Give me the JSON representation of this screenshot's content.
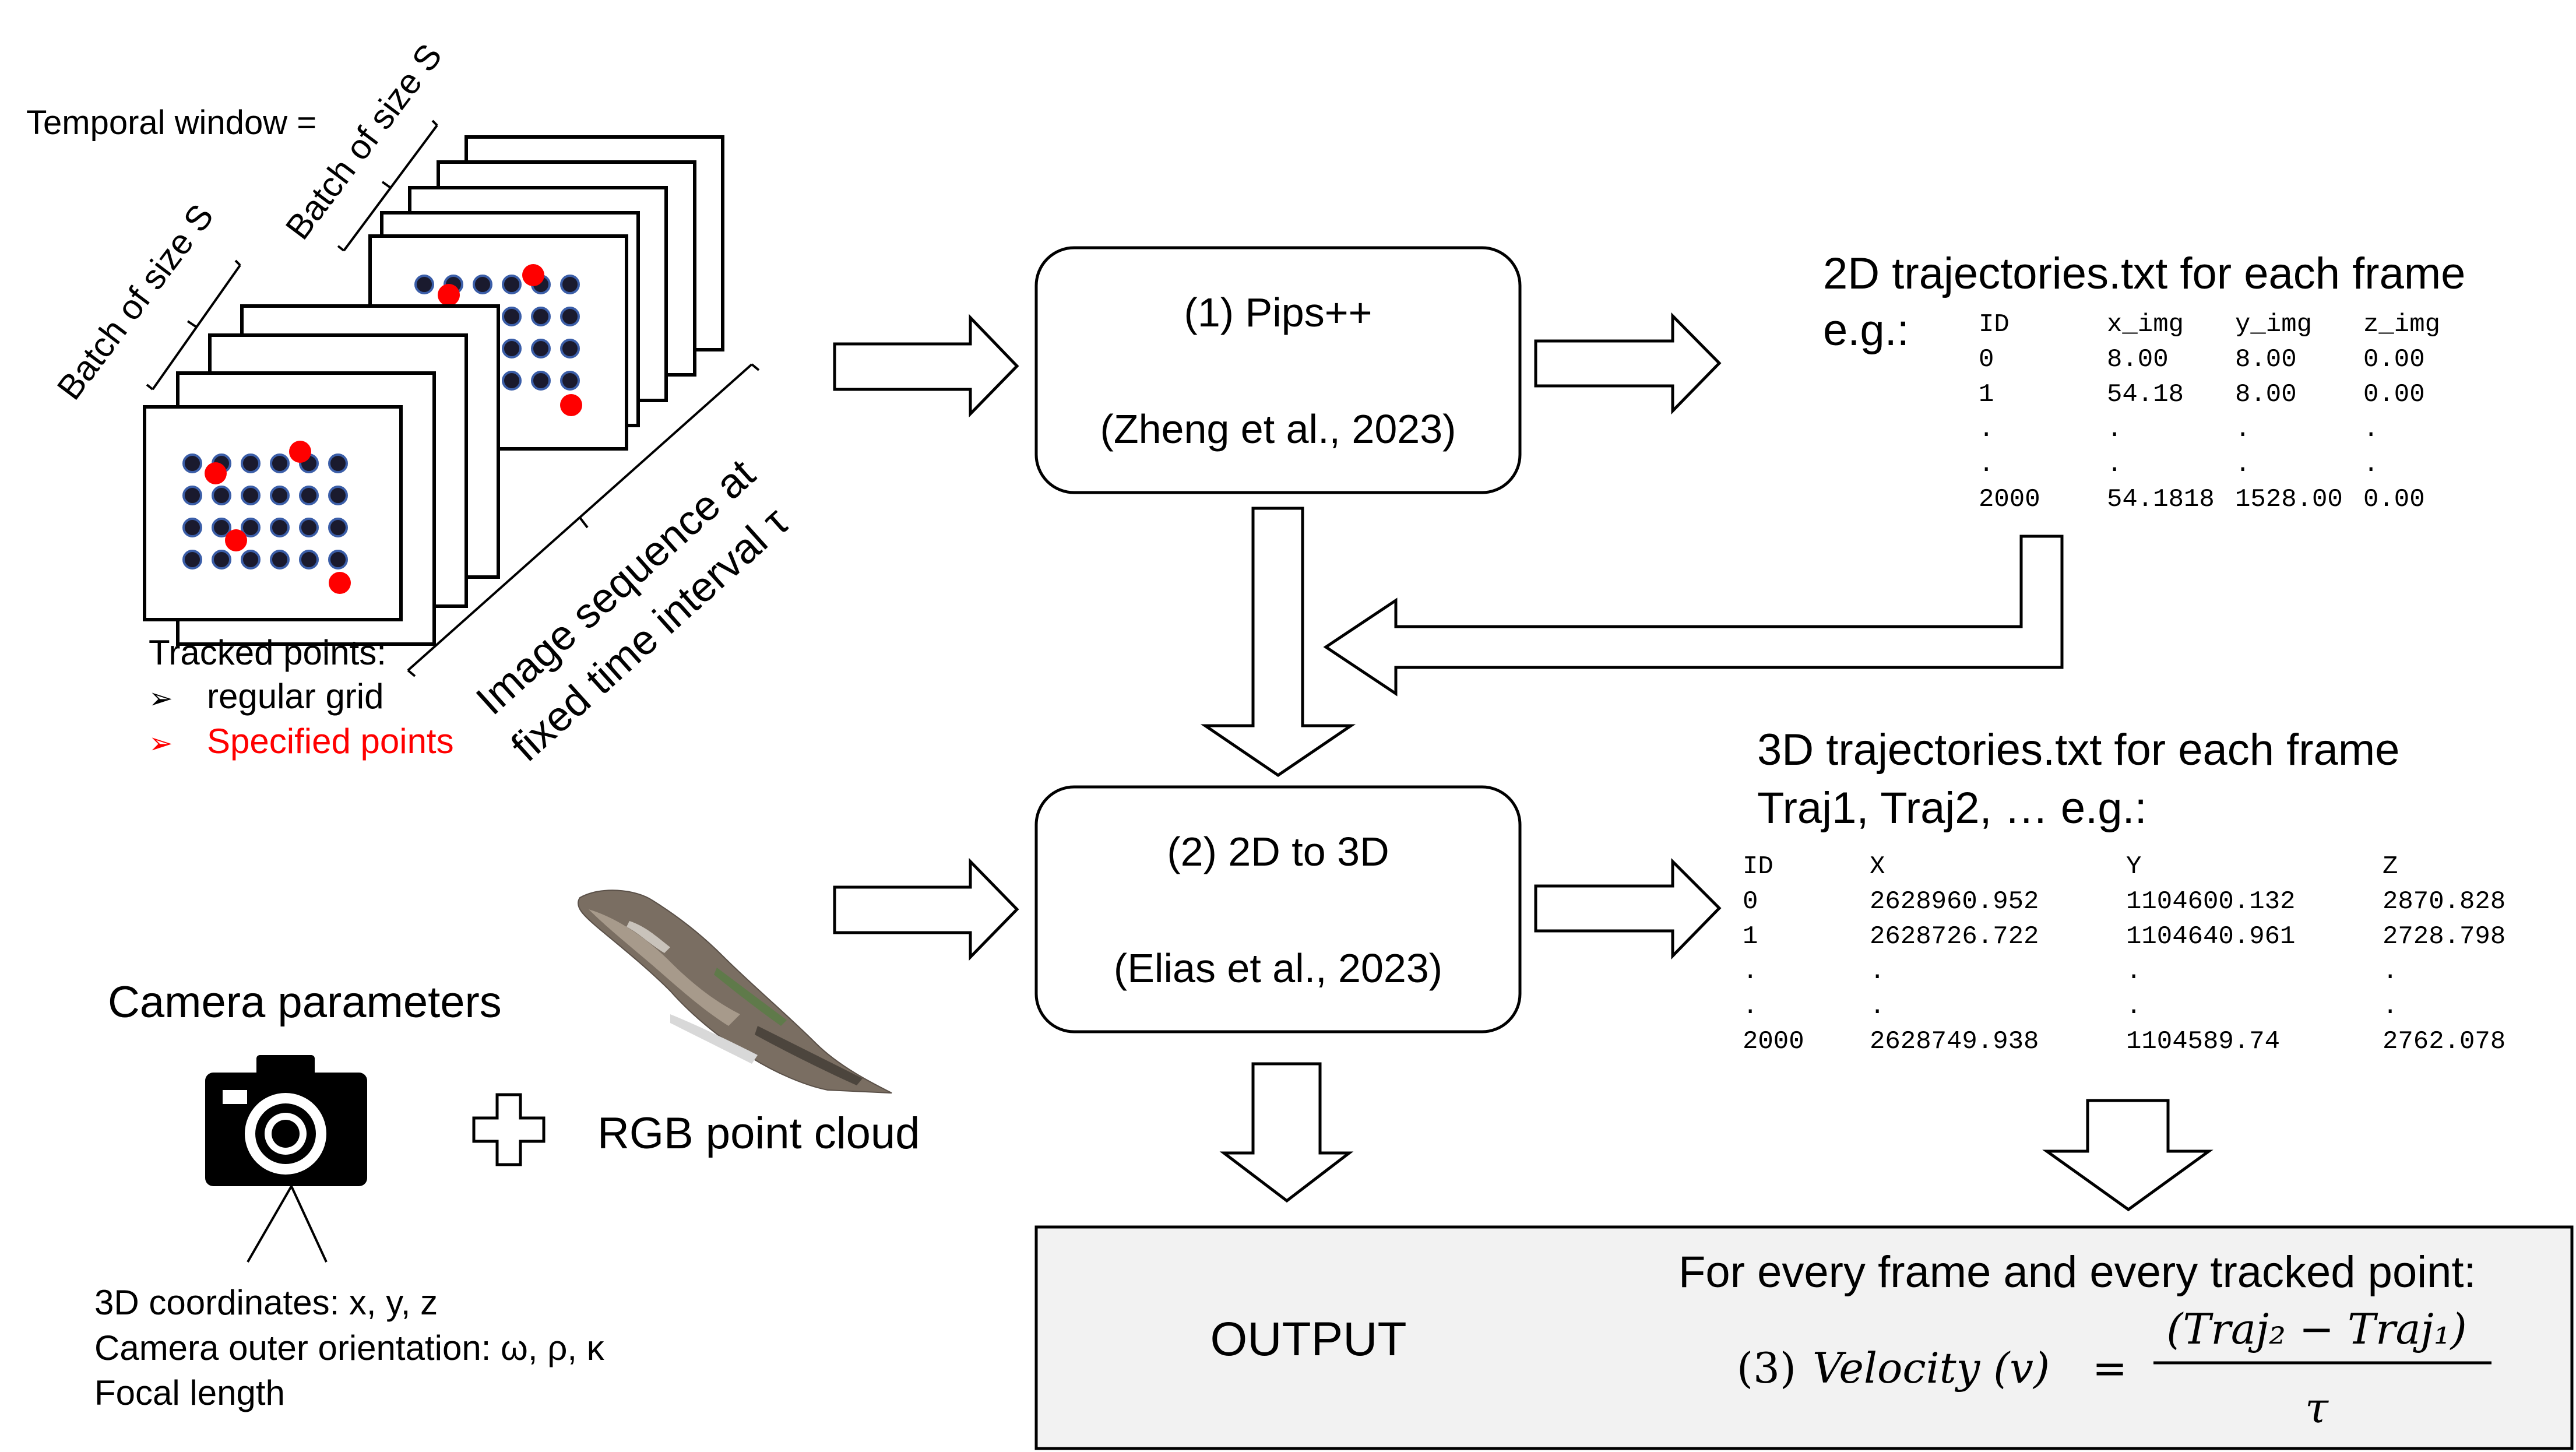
{
  "stack": {
    "temporal_window_label": "Temporal window =",
    "batch_label_1": "Batch of size S",
    "batch_label_2": "Batch of size S",
    "sequence_label_line1": "Image sequence at",
    "sequence_label_line2": "fixed time interval τ",
    "tracked_points_title": "Tracked points:",
    "bullet_1": "regular grid",
    "bullet_2": "Specified points",
    "bullet_symbol": "➢",
    "bullet_2_color": "#ff0000",
    "grid_dot_color": "#1a1a2e",
    "highlight_dot_color": "#ff0000"
  },
  "steps": {
    "step1_title": "(1)  Pips++",
    "step1_ref": "(Zheng et al., 2023)",
    "step2_title": "(2) 2D to 3D",
    "step2_ref": "(Elias et al., 2023)"
  },
  "traj2d": {
    "title": "2D trajectories.txt for each frame",
    "eg": "e.g.:",
    "columns": [
      "ID",
      "x_img",
      "y_img",
      "z_img"
    ],
    "rows": [
      [
        "0",
        "8.00",
        "8.00",
        "0.00"
      ],
      [
        "1",
        "54.18",
        "8.00",
        "0.00"
      ],
      [
        ".",
        ".",
        ".",
        "."
      ],
      [
        ".",
        ".",
        ".",
        "."
      ],
      [
        "2000",
        "54.1818",
        "1528.00",
        "0.00"
      ]
    ]
  },
  "traj3d": {
    "title_line1": "3D trajectories.txt for each frame",
    "title_line2": "Traj1, Traj2, … e.g.:",
    "columns": [
      "ID",
      "X",
      "Y",
      "Z"
    ],
    "rows": [
      [
        "0",
        "2628960.952",
        "1104600.132",
        "2870.828"
      ],
      [
        "1",
        "2628726.722",
        "1104640.961",
        "2728.798"
      ],
      [
        ".",
        ".",
        ".",
        "."
      ],
      [
        ".",
        ".",
        ".",
        "."
      ],
      [
        "2000",
        "2628749.938",
        "1104589.74",
        "2762.078"
      ]
    ]
  },
  "inputs": {
    "camera_params_title": "Camera parameters",
    "point_cloud_label": "RGB point cloud",
    "coord_line1": "3D coordinates: x, y, z",
    "coord_line2": "Camera outer orientation: ω, ρ, κ",
    "coord_line3": "Focal length"
  },
  "output": {
    "label": "OUTPUT",
    "heading": "For every frame and every tracked point:",
    "formula_prefix": "(3) ",
    "formula_lhs": "Velocity (v)",
    "formula_eq": "=",
    "numerator": "(Traj₂ − Traj₁)",
    "denominator": "τ",
    "box_fill": "#f2f2f2"
  }
}
